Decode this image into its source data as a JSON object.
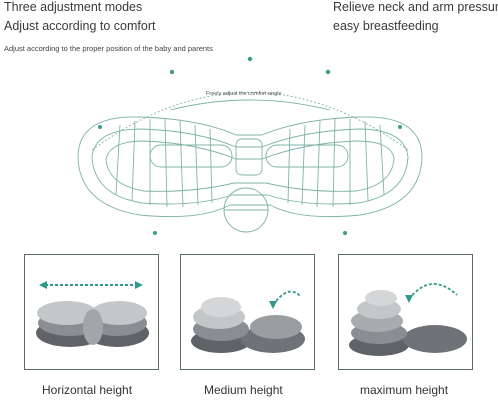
{
  "left_notes": {
    "line1": "Three adjustment modes",
    "line2": "Adjust according to comfort",
    "line3": "Adjust according to the proper position of the baby and parents"
  },
  "right_notes": {
    "line1": "Relieve neck and arm pressure",
    "line2": "easy breastfeeding"
  },
  "diagram": {
    "arc_label": "Freely adjust the comfort angle",
    "line_color": "#7fb3a8",
    "dot_color": "#3f9c8a"
  },
  "modes": [
    {
      "caption": "Horizontal height",
      "arrow_icon": "double-arrow-icon"
    },
    {
      "caption": "Medium height",
      "arrow_icon": "curved-arrow-icon"
    },
    {
      "caption": "maximum height",
      "arrow_icon": "curved-arrow-icon"
    }
  ],
  "colors": {
    "arrow": "#2f9a8a",
    "frame": "#5a6d67",
    "pillow_light": "#c4c7c9",
    "pillow_dark": "#5f6368"
  }
}
